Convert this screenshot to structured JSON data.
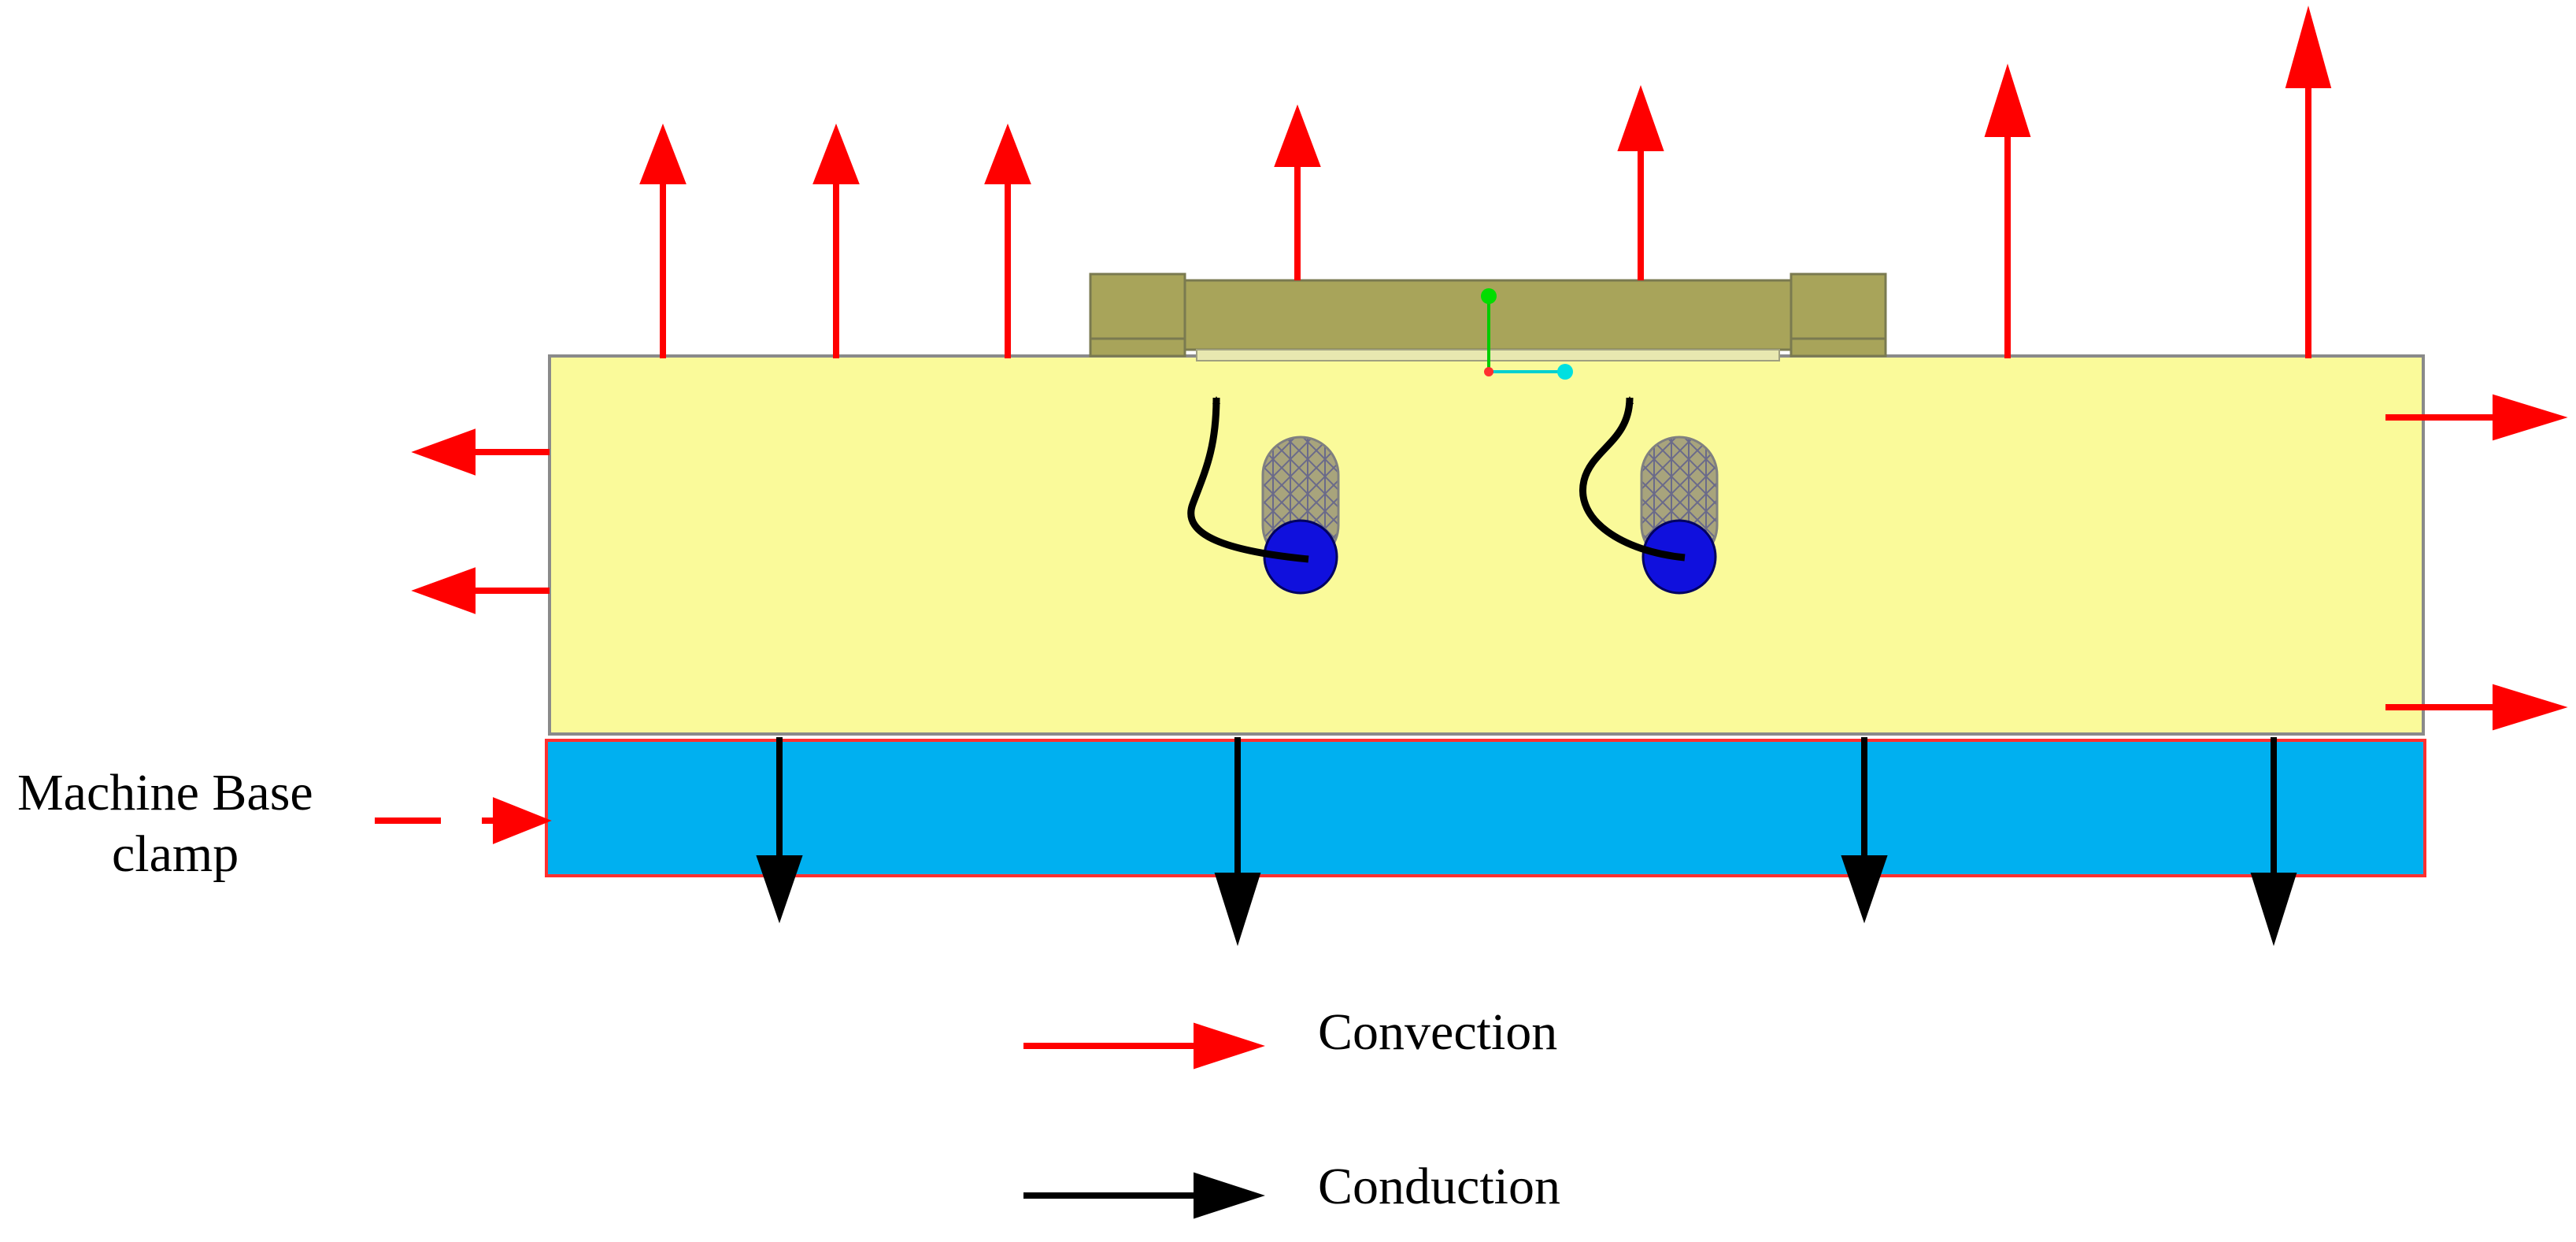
{
  "labels": {
    "clamp_line1": "Machine Base",
    "clamp_line2": "clamp",
    "legend_convection": "Convection",
    "legend_conduction": "Conduction"
  },
  "colors": {
    "convection": "#ff0000",
    "conduction": "#000000",
    "workpiece": "#fafa9a",
    "base_plate": "#00b0f0",
    "fixture": "#a8a45a",
    "heater": "#1010dd"
  },
  "icons": {
    "convection_arrow": "red-arrow-icon",
    "conduction_arrow": "black-arrow-icon"
  }
}
